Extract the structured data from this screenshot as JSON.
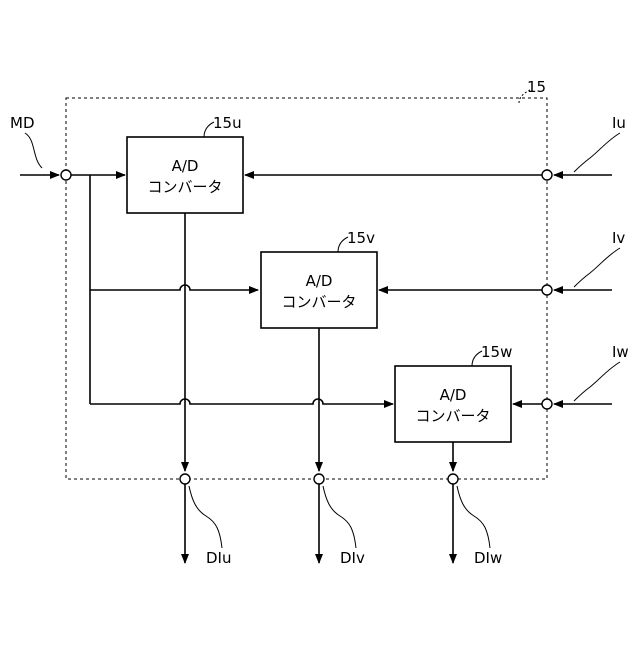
{
  "diagram": {
    "container_ref": "15",
    "converters": [
      {
        "ref": "15u",
        "line1": "A/D",
        "line2": "コンバータ"
      },
      {
        "ref": "15v",
        "line1": "A/D",
        "line2": "コンバータ"
      },
      {
        "ref": "15w",
        "line1": "A/D",
        "line2": "コンバータ"
      }
    ],
    "inputs": {
      "md": "MD",
      "iu": "Iu",
      "iv": "Iv",
      "iw": "Iw"
    },
    "outputs": {
      "diu": "DIu",
      "div": "DIv",
      "diw": "DIw"
    }
  }
}
